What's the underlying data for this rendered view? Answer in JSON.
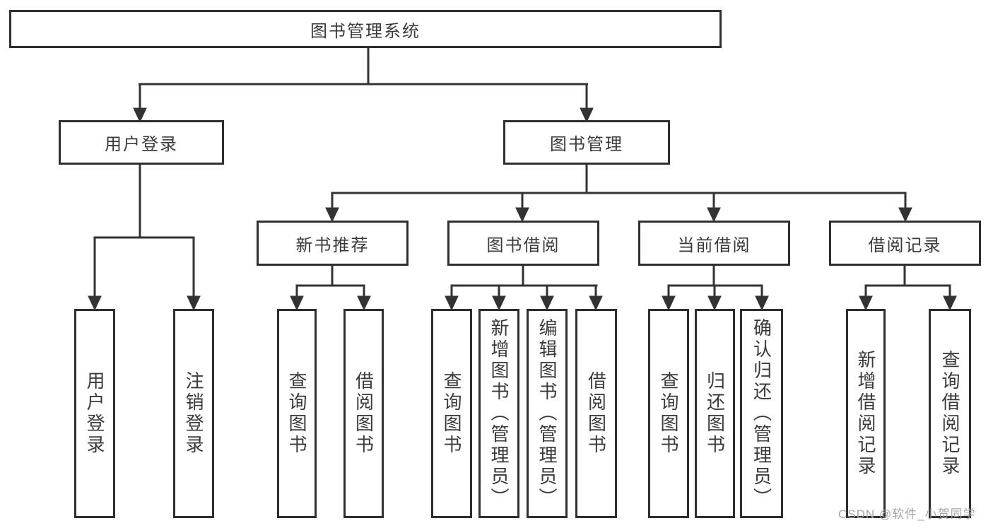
{
  "colors": {
    "line": "#333333",
    "box_border": "#2f2f2f",
    "box_fill": "#ffffff",
    "text": "#3a3a3a",
    "watermark": "#a6a6a6",
    "background": "#ffffff"
  },
  "watermark": {
    "text": "CSDN @软件_小贺同学"
  },
  "diagram": {
    "type": "tree",
    "root": {
      "label": "图书管理系统"
    },
    "level2": [
      {
        "id": "user-login-module",
        "label": "用户登录",
        "children": [
          "用户登录",
          "注销登录"
        ]
      },
      {
        "id": "book-management-module",
        "label": "图书管理",
        "children": [
          "新书推荐",
          "图书借阅",
          "当前借阅",
          "借阅记录"
        ]
      }
    ],
    "level3": [
      {
        "id": "new-book-recommend",
        "label": "新书推荐",
        "children": [
          "查询图书",
          "借阅图书"
        ]
      },
      {
        "id": "book-borrowing",
        "label": "图书借阅",
        "children": [
          "查询图书",
          "新增图书（管理员）",
          "编辑图书（管理员）",
          "借阅图书"
        ]
      },
      {
        "id": "current-borrowing",
        "label": "当前借阅",
        "children": [
          "查询图书",
          "归还图书",
          "确认归还（管理员）"
        ]
      },
      {
        "id": "borrowing-records",
        "label": "借阅记录",
        "children": [
          "新增借阅记录",
          "查询借阅记录"
        ]
      }
    ],
    "leaves": [
      {
        "id": "user-login",
        "label": "用户登录"
      },
      {
        "id": "logout-login",
        "label": "注销登录"
      },
      {
        "id": "nb-query-books",
        "label": "查询图书"
      },
      {
        "id": "nb-borrow-books",
        "label": "借阅图书"
      },
      {
        "id": "bb-query-books",
        "label": "查询图书"
      },
      {
        "id": "bb-add-books-admin",
        "label": "新增图书（管理员）"
      },
      {
        "id": "bb-edit-books-admin",
        "label": "编辑图书（管理员）"
      },
      {
        "id": "bb-borrow-books",
        "label": "借阅图书"
      },
      {
        "id": "cb-query-books",
        "label": "查询图书"
      },
      {
        "id": "cb-return-books",
        "label": "归还图书"
      },
      {
        "id": "cb-confirm-return-admin",
        "label": "确认归还（管理员）"
      },
      {
        "id": "br-add-borrow-record",
        "label": "新增借阅记录"
      },
      {
        "id": "br-query-borrow-record",
        "label": "查询借阅记录"
      }
    ]
  }
}
